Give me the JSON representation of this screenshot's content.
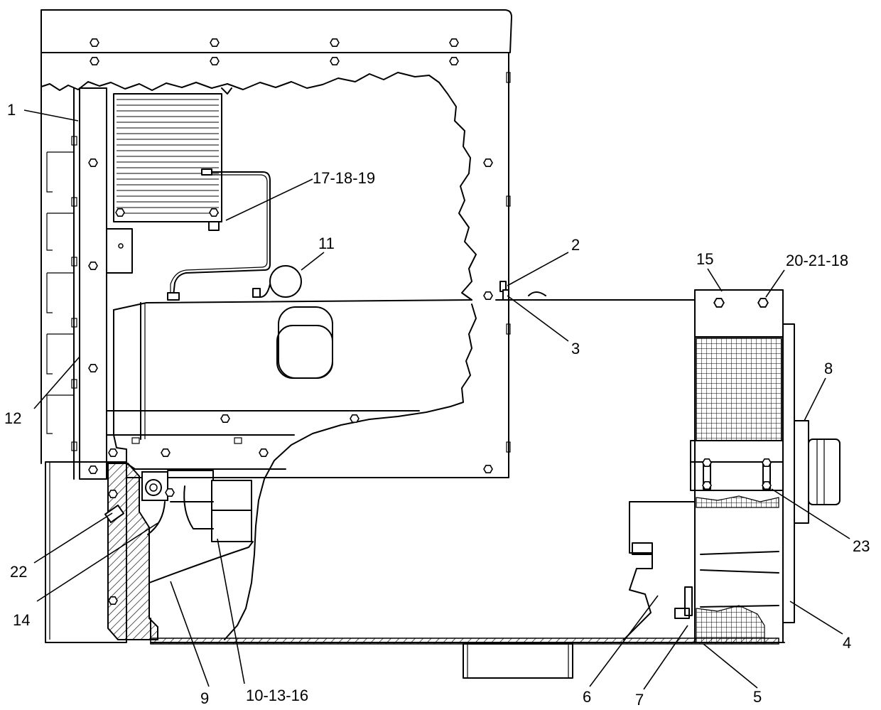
{
  "callouts": [
    {
      "id": "c1",
      "text": "1"
    },
    {
      "id": "c2",
      "text": "2"
    },
    {
      "id": "c3",
      "text": "3"
    },
    {
      "id": "c4",
      "text": "4"
    },
    {
      "id": "c5",
      "text": "5"
    },
    {
      "id": "c6",
      "text": "6"
    },
    {
      "id": "c7",
      "text": "7"
    },
    {
      "id": "c8",
      "text": "8"
    },
    {
      "id": "c9",
      "text": "9"
    },
    {
      "id": "c10_13_16",
      "text": "10-13-16"
    },
    {
      "id": "c11",
      "text": "11"
    },
    {
      "id": "c12",
      "text": "12"
    },
    {
      "id": "c14",
      "text": "14"
    },
    {
      "id": "c15",
      "text": "15"
    },
    {
      "id": "c17_18_19",
      "text": "17-18-19"
    },
    {
      "id": "c20_21_18",
      "text": "20-21-18"
    },
    {
      "id": "c22",
      "text": "22"
    },
    {
      "id": "c23",
      "text": "23"
    }
  ]
}
